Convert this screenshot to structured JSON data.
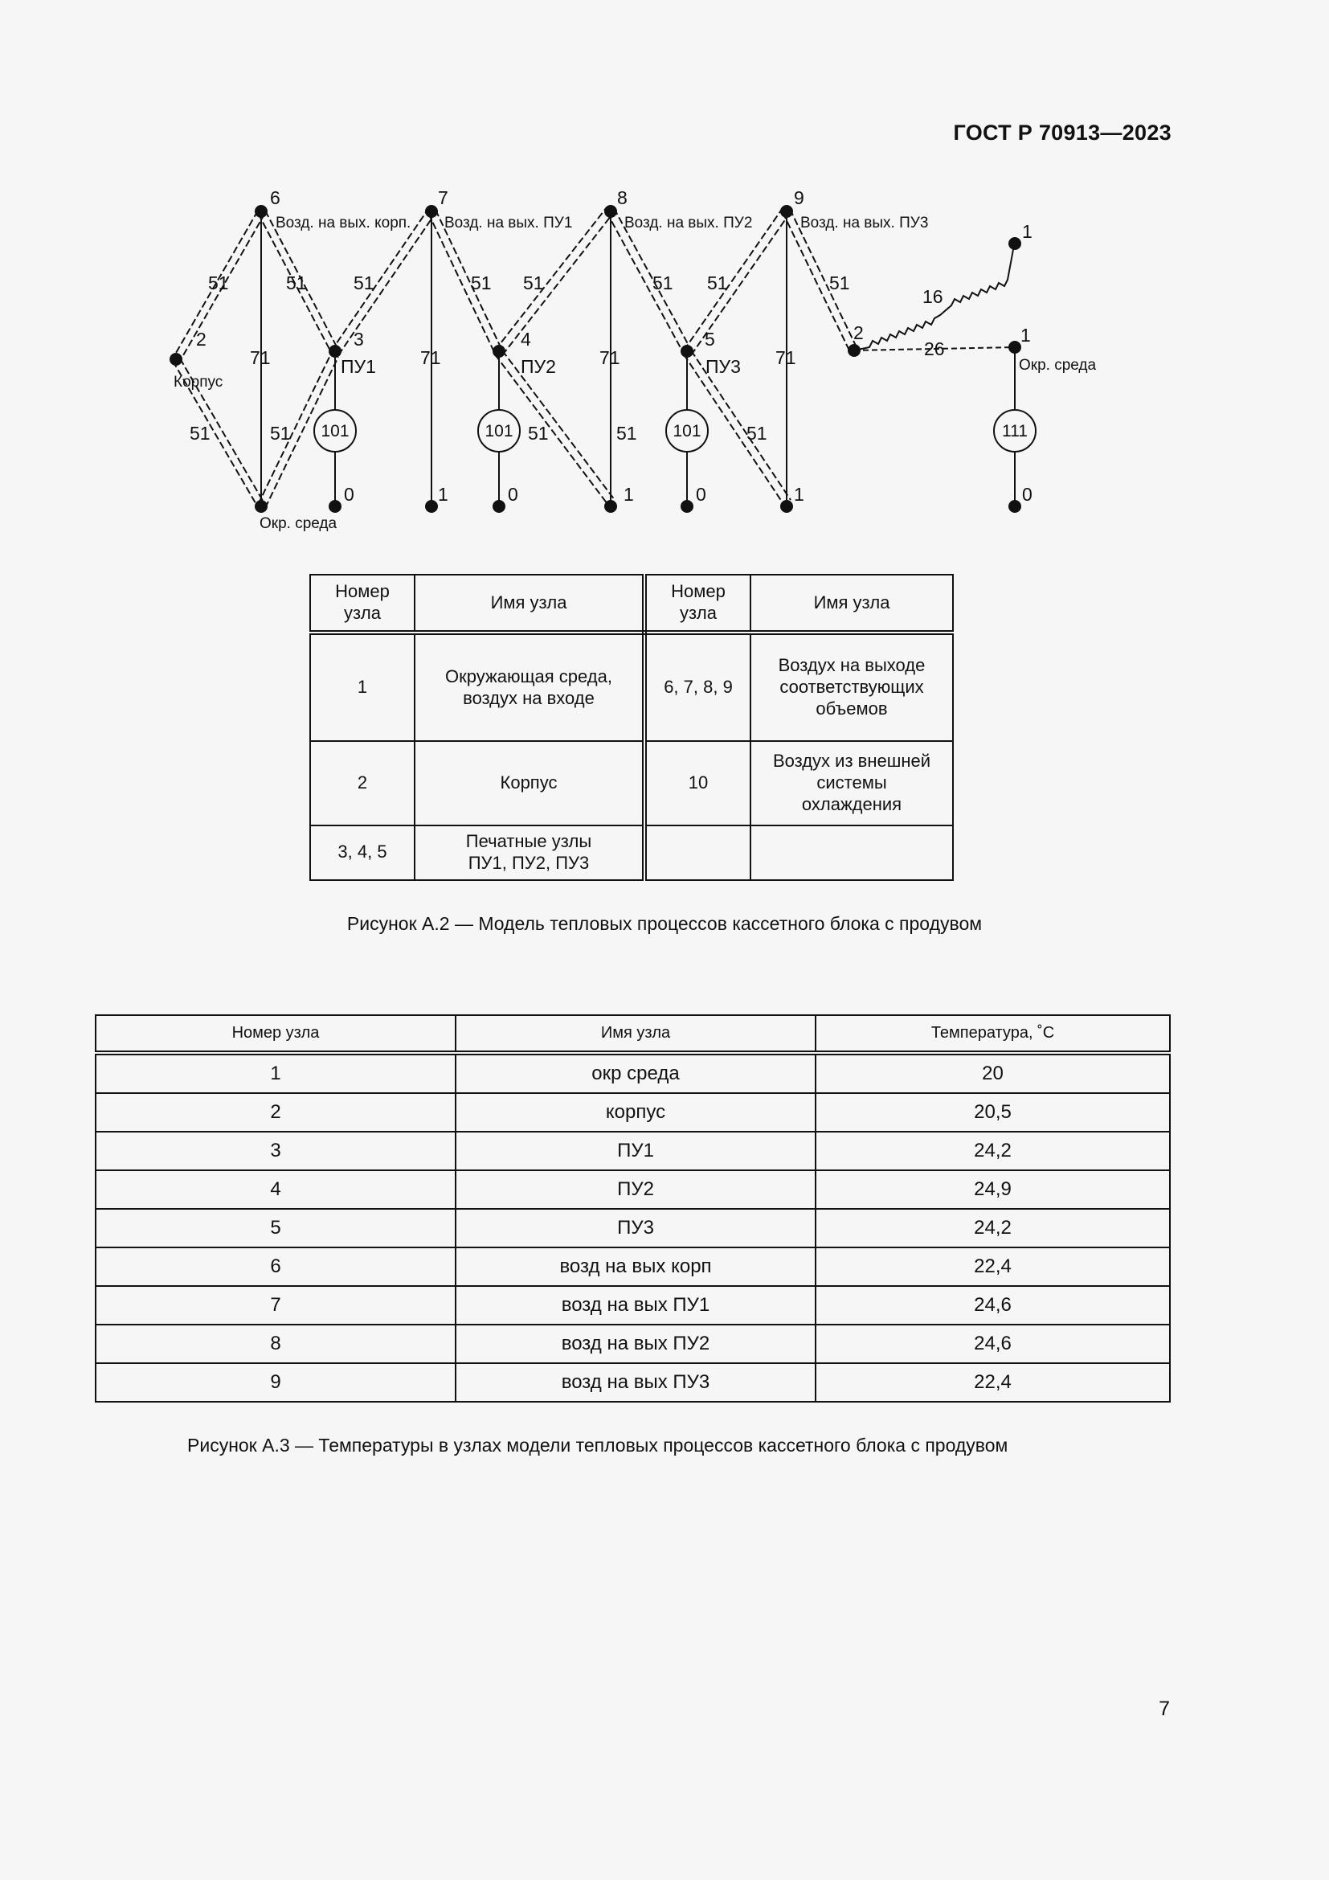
{
  "header": {
    "standard": "ГОСТ Р 70913—2023"
  },
  "diagram": {
    "nodes": {
      "n6": {
        "num": "6",
        "label": "Возд. на вых. корп."
      },
      "n7": {
        "num": "7",
        "label": "Возд. на вых. ПУ1"
      },
      "n8": {
        "num": "8",
        "label": "Возд. на вых. ПУ2"
      },
      "n9": {
        "num": "9",
        "label": "Возд. на вых. ПУ3"
      },
      "n2": {
        "num": "2",
        "label": "Корпус"
      },
      "n3": {
        "num": "3",
        "label": "ПУ1"
      },
      "n4": {
        "num": "4",
        "label": "ПУ2"
      },
      "n5": {
        "num": "5",
        "label": "ПУ3"
      },
      "n2r": {
        "num": "2"
      },
      "n1r": {
        "num": "1",
        "label": "Окр. среда"
      },
      "n1rad": {
        "num": "1"
      },
      "amb": {
        "label": "Окр. среда"
      },
      "g1": "0",
      "g2": "1",
      "g3": "0",
      "g4": "1",
      "g5": "0",
      "g6": "1",
      "g7": "0"
    },
    "edges": {
      "e1": "51",
      "e2": "51",
      "e3": "51",
      "e4": "51",
      "e5": "51",
      "e6": "51",
      "e7": "51",
      "e8": "51",
      "e9": "51",
      "e10": "51",
      "e11": "51",
      "e12": "51",
      "v1": "71",
      "v2": "71",
      "v3": "71",
      "v4": "71",
      "rad": "16",
      "conv": "26"
    },
    "sources": {
      "s1": "101",
      "s2": "101",
      "s3": "101",
      "s4": "111"
    }
  },
  "node_table": {
    "headers": [
      "Номер\nузла",
      "Имя узла",
      "Номер\nузла",
      "Имя узла"
    ],
    "rows": [
      [
        "1",
        "Окружающая среда,\nвоздух на входе",
        "6, 7, 8, 9",
        "Воздух на выходе\nсоответствующих\nобъемов"
      ],
      [
        "2",
        "Корпус",
        "10",
        "Воздух из внешней\nсистемы\nохлаждения"
      ],
      [
        "3, 4, 5",
        "Печатные узлы\nПУ1, ПУ2, ПУ3",
        "",
        ""
      ]
    ]
  },
  "caption_a2": "Рисунок А.2 — Модель тепловых процессов кассетного блока с продувом",
  "temp_table": {
    "headers": [
      "Номер узла",
      "Имя узла",
      "Температура, ˚С"
    ],
    "rows": [
      [
        "1",
        "окр среда",
        "20"
      ],
      [
        "2",
        "корпус",
        "20,5"
      ],
      [
        "3",
        "ПУ1",
        "24,2"
      ],
      [
        "4",
        "ПУ2",
        "24,9"
      ],
      [
        "5",
        "ПУ3",
        "24,2"
      ],
      [
        "6",
        "возд на вых корп",
        "22,4"
      ],
      [
        "7",
        "возд на вых ПУ1",
        "24,6"
      ],
      [
        "8",
        "возд на вых ПУ2",
        "24,6"
      ],
      [
        "9",
        "возд на вых ПУ3",
        "22,4"
      ]
    ]
  },
  "caption_a3": "Рисунок А.3 — Температуры в узлах модели тепловых процессов кассетного блока с продувом",
  "page_number": "7"
}
